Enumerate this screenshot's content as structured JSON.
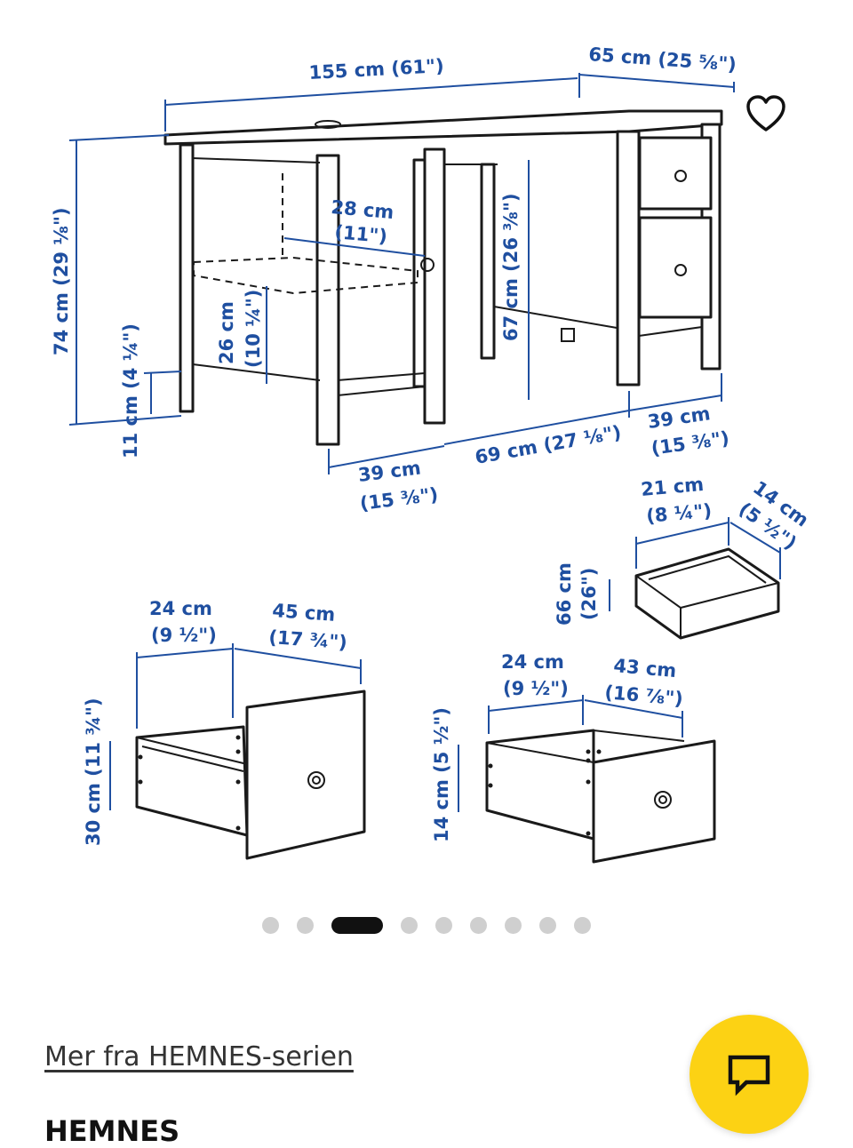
{
  "gallery": {
    "dimensions": {
      "width_total": "155 cm (61\")",
      "depth_total": "65 cm (25 ⅝\")",
      "height_total": "74 cm (29 ⅛\")",
      "inner_depth_cm": "28 cm",
      "inner_depth_in": "(11\")",
      "clearance": "67 cm (26 ⅜\")",
      "shelf_cm": "26 cm",
      "shelf_in": "(10 ¼\")",
      "leg_gap": "11 cm (4 ¼\")",
      "left_width_cm": "39 cm",
      "left_width_in": "(15 ⅜\")",
      "middle_width": "69 cm (27 ⅛\")",
      "right_width_cm": "39 cm",
      "right_width_in": "(15 ⅜\")",
      "tray_w_cm": "21 cm",
      "tray_w_in": "(8 ¼\")",
      "tray_d_cm": "14 cm",
      "tray_d_in": "(5 ½\")",
      "tray_h_cm": "66 cm",
      "tray_h_in": "(26\")",
      "big_w_cm": "24 cm",
      "big_w_in": "(9 ½\")",
      "big_d_cm": "45 cm",
      "big_d_in": "(17 ¾\")",
      "big_h": "30 cm (11 ¾\")",
      "small_w_cm": "24 cm",
      "small_w_in": "(9 ½\")",
      "small_d_cm": "43 cm",
      "small_d_in": "(16 ⅞\")",
      "small_h": "14 cm (5 ½\")"
    },
    "dots": {
      "count": 9,
      "active_index": 2
    }
  },
  "icons": {
    "favourite": "heart-icon",
    "chat": "chat-bubble-icon"
  },
  "colors": {
    "dimension": "#1f4fa0",
    "chat_button": "#fcd214",
    "dot_active": "#111111",
    "dot_inactive": "#cfcfcf"
  },
  "series_link": "Mer fra HEMNES-serien",
  "product_name": "HEMNES"
}
